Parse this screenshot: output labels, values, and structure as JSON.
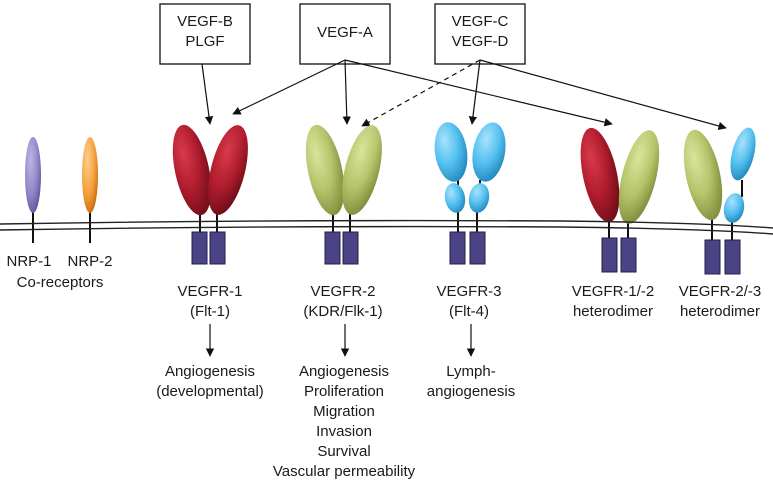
{
  "ligands": {
    "vegfb": {
      "line1": "VEGF-B",
      "line2": "PLGF"
    },
    "vegfa": {
      "line1": "VEGF-A"
    },
    "vegfc": {
      "line1": "VEGF-C",
      "line2": "VEGF-D"
    }
  },
  "coreceptors": {
    "nrp1": "NRP-1",
    "nrp2": "NRP-2",
    "label": "Co-receptors"
  },
  "receptors": {
    "r1": {
      "name": "VEGFR-1",
      "sub": "(Flt-1)"
    },
    "r2": {
      "name": "VEGFR-2",
      "sub": "(KDR/Flk-1)"
    },
    "r3": {
      "name": "VEGFR-3",
      "sub": "(Flt-4)"
    },
    "r12": {
      "name": "VEGFR-1/-2",
      "sub": "heterodimer"
    },
    "r23": {
      "name": "VEGFR-2/-3",
      "sub": "heterodimer"
    }
  },
  "outcomes": {
    "r1": [
      "Angiogenesis",
      "(developmental)"
    ],
    "r2": [
      "Angiogenesis",
      "Proliferation",
      "Migration",
      "Invasion",
      "Survival",
      "Vascular permeability"
    ],
    "r3": [
      "Lymph-",
      "angiogenesis"
    ]
  },
  "colors": {
    "vegfr1": "#b01c2e",
    "vegfr2": "#b5c46a",
    "vegfr3": "#52c0ef",
    "nrp1": "#8f88c8",
    "nrp2": "#f5a03c",
    "kinase": "#4a4384",
    "membrane": "#222222"
  }
}
